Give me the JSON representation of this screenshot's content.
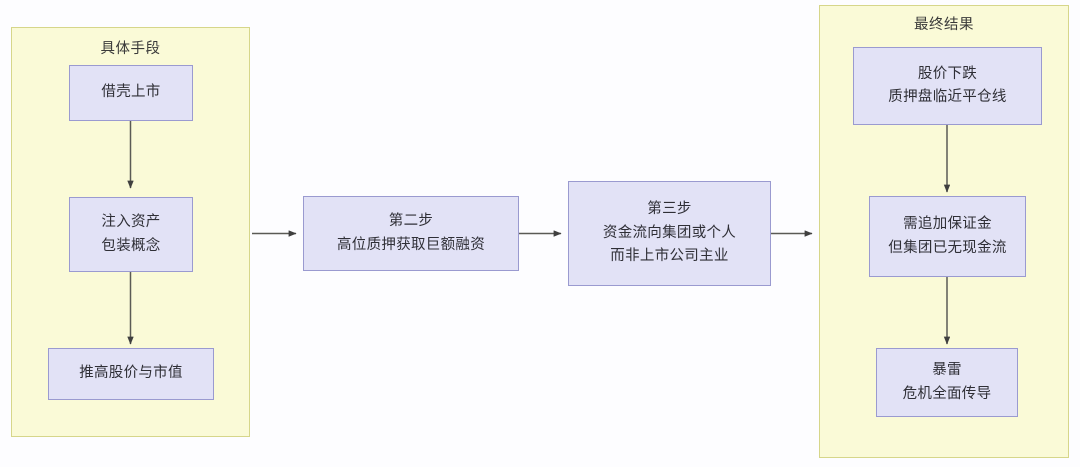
{
  "diagram": {
    "type": "flowchart",
    "background": "#fdfdff",
    "colors": {
      "cluster_fill": "#fafad7",
      "cluster_border": "#d6d68a",
      "node_fill": "#e2e2f6",
      "node_border": "#9a9ad0",
      "edge": "#4a4a4a",
      "text": "#2f2f36"
    },
    "clusters": [
      {
        "id": "cluster-means",
        "title": "具体手段"
      },
      {
        "id": "cluster-result",
        "title": "最终结果"
      }
    ],
    "nodes": [
      {
        "id": "n1",
        "lines": [
          "借壳上市"
        ]
      },
      {
        "id": "n2",
        "lines": [
          "注入资产",
          "包装概念"
        ]
      },
      {
        "id": "n3",
        "lines": [
          "推高股价与市值"
        ]
      },
      {
        "id": "n4",
        "lines": [
          "第二步",
          "高位质押获取巨额融资"
        ]
      },
      {
        "id": "n5",
        "lines": [
          "第三步",
          "资金流向集团或个人",
          "而非上市公司主业"
        ]
      },
      {
        "id": "n6",
        "lines": [
          "股价下跌",
          "质押盘临近平仓线"
        ]
      },
      {
        "id": "n7",
        "lines": [
          "需追加保证金",
          "但集团已无现金流"
        ]
      },
      {
        "id": "n8",
        "lines": [
          "暴雷",
          "危机全面传导"
        ]
      }
    ],
    "edges": [
      {
        "from": "n1",
        "to": "n2",
        "direction": "down"
      },
      {
        "from": "n2",
        "to": "n3",
        "direction": "down"
      },
      {
        "from": "n2",
        "to": "n4",
        "direction": "right"
      },
      {
        "from": "n4",
        "to": "n5",
        "direction": "right"
      },
      {
        "from": "n5",
        "to": "n7",
        "direction": "right"
      },
      {
        "from": "n6",
        "to": "n7",
        "direction": "down"
      },
      {
        "from": "n7",
        "to": "n8",
        "direction": "down"
      }
    ]
  }
}
